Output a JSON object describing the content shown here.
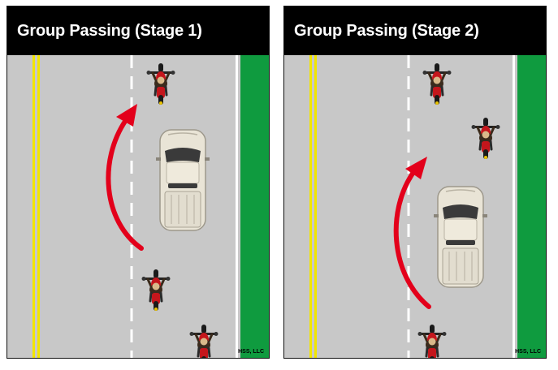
{
  "panels": [
    {
      "title": "Group Passing (Stage 1)",
      "credit": "HSS, LLC"
    },
    {
      "title": "Group Passing (Stage 2)",
      "credit": "HSS, LLC"
    }
  ],
  "colors": {
    "road": "#c8c8c8",
    "center_line": "#f2e600",
    "edge_line": "#ffffff",
    "shoulder": "#0f9b3f",
    "arrow": "#e3001b",
    "motorcycle": "#c4161c",
    "truck": "#e9e4d6"
  },
  "icons": [
    "motorcycle-icon",
    "pickup-truck-icon",
    "arrow-icon"
  ]
}
